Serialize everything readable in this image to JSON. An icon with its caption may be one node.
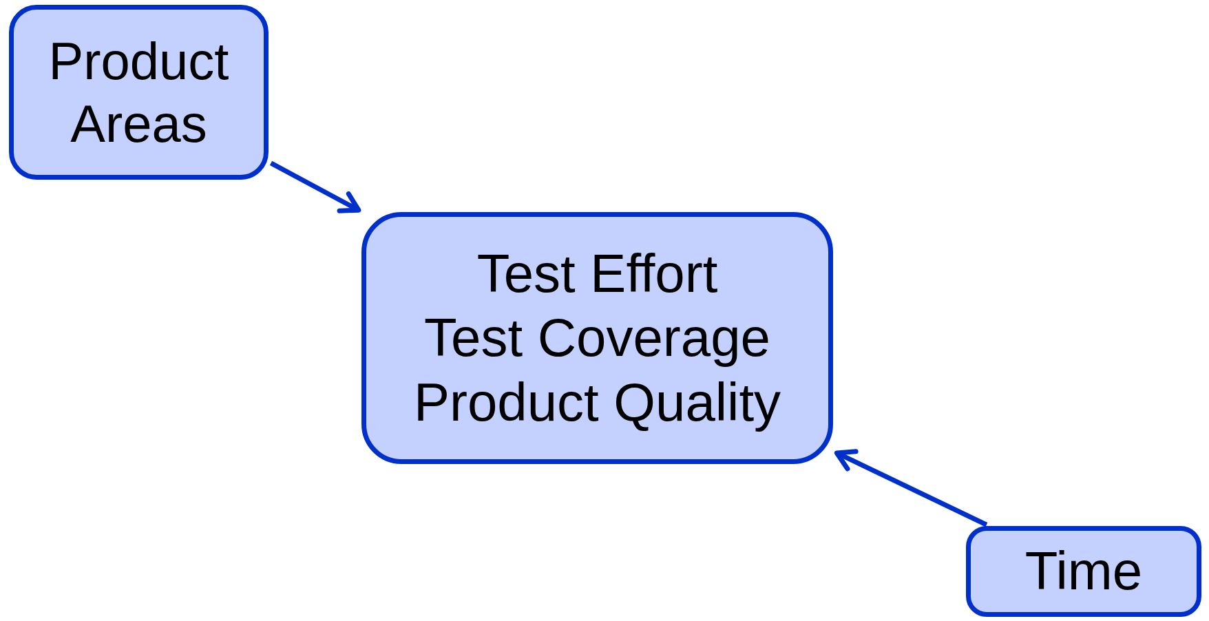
{
  "diagram": {
    "nodes": [
      {
        "text": [
          "Product Areas"
        ]
      },
      {
        "text": [
          "Test Effort",
          "Test Coverage",
          "Product Quality"
        ]
      },
      {
        "text": [
          "Time"
        ]
      }
    ],
    "edges": [
      {
        "from": 0,
        "to": 1,
        "arrow": "to"
      },
      {
        "from": 2,
        "to": 1,
        "arrow": "to"
      }
    ]
  }
}
